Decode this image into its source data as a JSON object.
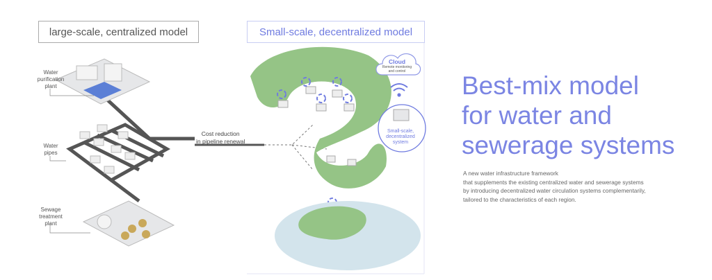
{
  "headers": {
    "centralized": "large-scale, centralized model",
    "decentralized": "Small-scale, decentralized model"
  },
  "labels": {
    "water_purification_plant": [
      "Water",
      "purification",
      "plant"
    ],
    "water_pipes": [
      "Water",
      "pipes"
    ],
    "sewage_treatment_plant": [
      "Sewage",
      "treatment",
      "plant"
    ],
    "cost_reduction": [
      "Cost reduction",
      "in pipeline renewal"
    ],
    "cloud_title": "Cloud",
    "cloud_sub": [
      "Remote monitoring",
      "and control"
    ],
    "bubble": [
      "Small-scale,",
      "decentralized",
      "system"
    ]
  },
  "title": [
    "Best-mix model",
    "for water and",
    "sewerage systems"
  ],
  "description": [
    "A new water infrastructure framework",
    "that supplements the existing centralized water and sewerage systems",
    "by introducing decentralized water circulation systems complementarily,",
    "tailored to the characteristics of each region."
  ],
  "colors": {
    "accent": "#7b85e3",
    "green": "#8fbf7e",
    "water": "#cfe3ee",
    "pipe": "#555555"
  }
}
